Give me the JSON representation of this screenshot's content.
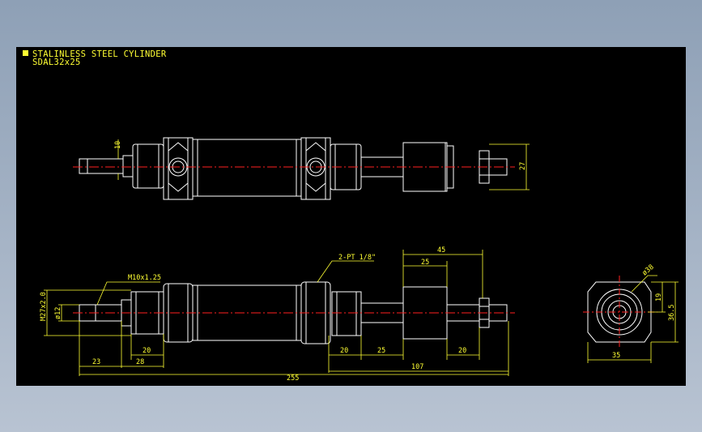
{
  "title": {
    "line1": "STALINLESS STEEL CYLINDER",
    "line2": "SDAL32x25"
  },
  "colors": {
    "background": "#000000",
    "line": "#ffffff",
    "dimension": "#ffff33",
    "centerline": "#ff2020"
  },
  "dimensions": {
    "top_rod_dia": "10",
    "top_height": "27",
    "dim_45": "45",
    "dim_25_top": "25",
    "port": "2-PT 1/8\"",
    "thread_rod": "M10x1.25",
    "thread_body": "M27x2.0",
    "rod_dia": "ø12",
    "dim_20_a": "20",
    "dim_23": "23",
    "dim_28": "28",
    "dim_20_b": "20",
    "dim_25_b": "25",
    "dim_20_c": "20",
    "dim_107": "107",
    "dim_255": "255",
    "end_dia": "ø38",
    "end_19": "19",
    "end_36_5": "36.5",
    "end_35": "35"
  }
}
